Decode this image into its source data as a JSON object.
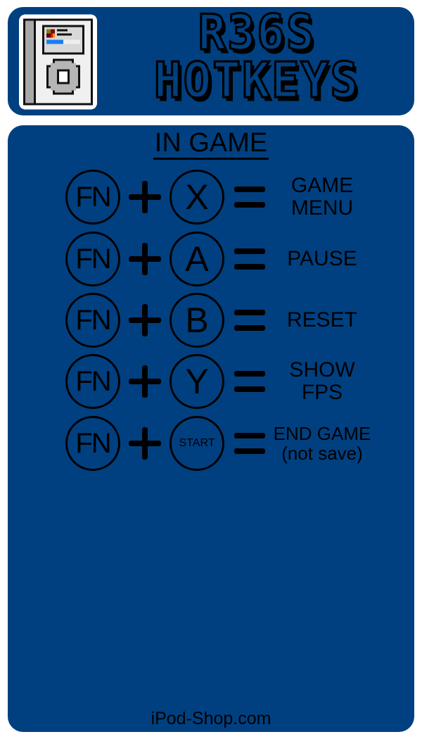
{
  "header": {
    "title_line1": "R36S",
    "title_line2": "HOTKEYS",
    "logo_icon": "ipod-icon"
  },
  "section": {
    "title": "IN GAME"
  },
  "hotkeys": [
    {
      "modifier": "FN",
      "button": "X",
      "result_line1": "GAME",
      "result_line2": "MENU"
    },
    {
      "modifier": "FN",
      "button": "A",
      "result_line1": "PAUSE",
      "result_line2": ""
    },
    {
      "modifier": "FN",
      "button": "B",
      "result_line1": "RESET",
      "result_line2": ""
    },
    {
      "modifier": "FN",
      "button": "Y",
      "result_line1": "SHOW",
      "result_line2": "FPS"
    },
    {
      "modifier": "FN",
      "button": "START",
      "result_line1": "END GAME",
      "result_line2": "(not save)"
    }
  ],
  "symbols": {
    "plus": "+",
    "equals": "="
  },
  "footer": {
    "text": "iPod-Shop.com"
  },
  "colors": {
    "panel": "#004080",
    "background": "#ffffff",
    "ink": "#000000"
  }
}
